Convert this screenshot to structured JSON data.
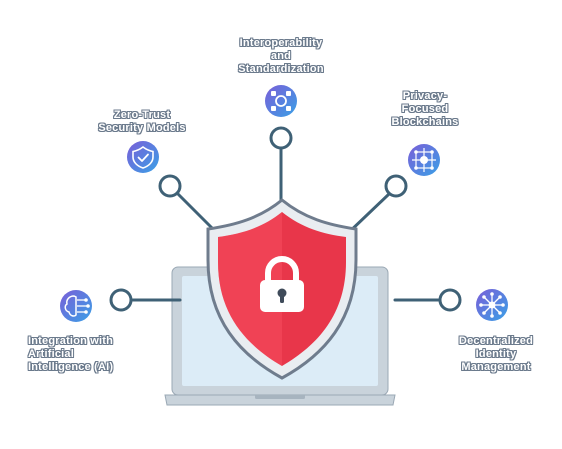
{
  "labels": {
    "interop": "Interoperability\nand\nStandardization",
    "zero_trust": "Zero-Trust\nSecurity Models",
    "privacy": "Privacy-\nFocused\nBlockchains",
    "ai": "Integration with\nArtificial\nIntelligence (AI)",
    "identity": "Decentralized\nIdentity\nManagement"
  },
  "colors": {
    "shield_red": "#e8364a",
    "shield_border": "#6f7c8d",
    "connector": "#3f6176",
    "icon_gradient_start": "#7a5ed8",
    "icon_gradient_end": "#3aa0e6",
    "laptop_frame": "#c9d3db",
    "laptop_screen": "#dcecf7"
  },
  "icons": [
    "interoperability-gear-icon",
    "zero-trust-shield-check-icon",
    "blockchain-network-icon",
    "ai-brain-icon",
    "decentralized-identity-hub-icon",
    "padlock-icon"
  ]
}
